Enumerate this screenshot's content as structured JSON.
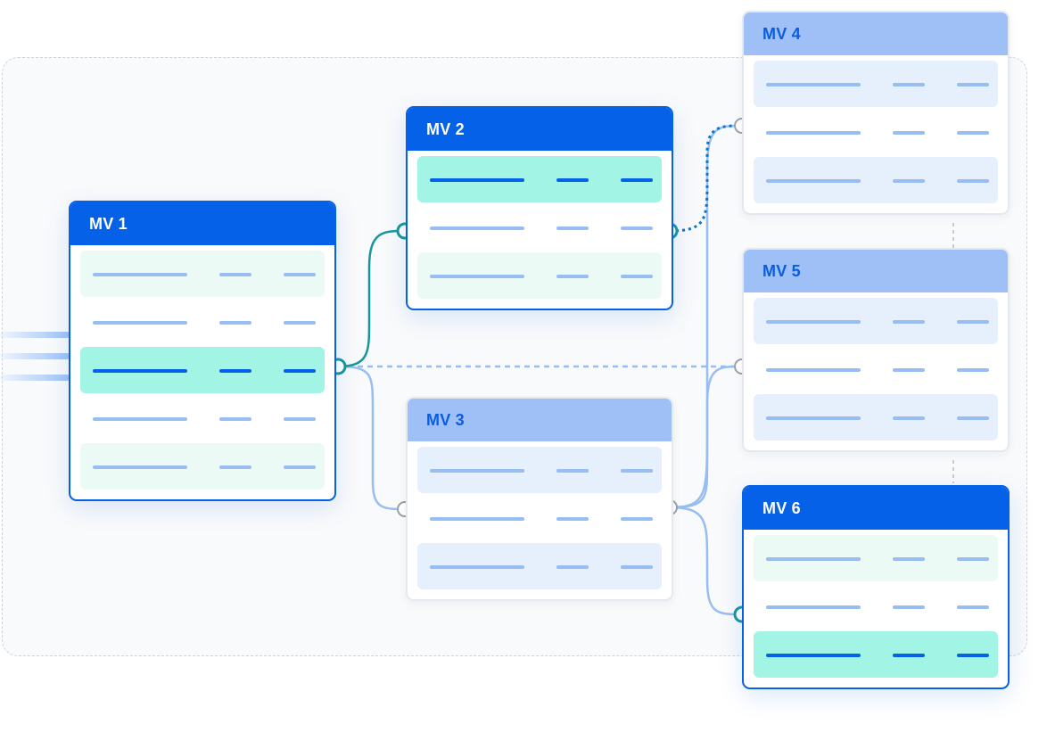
{
  "colors": {
    "primary": "#0561e8",
    "header_light": "#9ec0f6",
    "teal_row": "#a2f4e4",
    "mint_row": "#ecfaf6",
    "blue_row": "#e6effc",
    "bar_light": "#97bdf2",
    "bar_dark": "#0561e8",
    "teal_connector": "#16979b",
    "node_stroke_gray": "#9aa0a8"
  },
  "nodes": [
    {
      "id": "mv1",
      "title": "MV 1",
      "style": "active",
      "header_color": "primary",
      "rows": [
        "mint",
        "plain",
        "teal",
        "plain",
        "mint"
      ]
    },
    {
      "id": "mv2",
      "title": "MV 2",
      "style": "active",
      "header_color": "primary",
      "rows": [
        "teal",
        "plain",
        "mint"
      ]
    },
    {
      "id": "mv3",
      "title": "MV 3",
      "style": "idle",
      "header_color": "header_light",
      "rows": [
        "blue",
        "plain",
        "blue"
      ]
    },
    {
      "id": "mv4",
      "title": "MV 4",
      "style": "idle",
      "header_color": "header_light",
      "rows": [
        "blue",
        "plain",
        "blue"
      ]
    },
    {
      "id": "mv5",
      "title": "MV 5",
      "style": "idle",
      "header_color": "header_light",
      "rows": [
        "blue",
        "plain",
        "blue"
      ]
    },
    {
      "id": "mv6",
      "title": "MV 6",
      "style": "active",
      "header_color": "primary",
      "rows": [
        "mint",
        "plain",
        "teal"
      ]
    }
  ],
  "edges": [
    {
      "from": "mv1",
      "to": "mv2",
      "style": "solid-teal"
    },
    {
      "from": "mv1",
      "to": "mv3",
      "style": "solid-light"
    },
    {
      "from": "mv1",
      "to": "mv5",
      "style": "dashed-light"
    },
    {
      "from": "mv2",
      "to": "mv4",
      "style": "dotted-teal"
    },
    {
      "from": "mv3",
      "to": "mv4",
      "style": "solid-light"
    },
    {
      "from": "mv3",
      "to": "mv5",
      "style": "solid-light"
    },
    {
      "from": "mv3",
      "to": "mv6",
      "style": "solid-light"
    }
  ]
}
